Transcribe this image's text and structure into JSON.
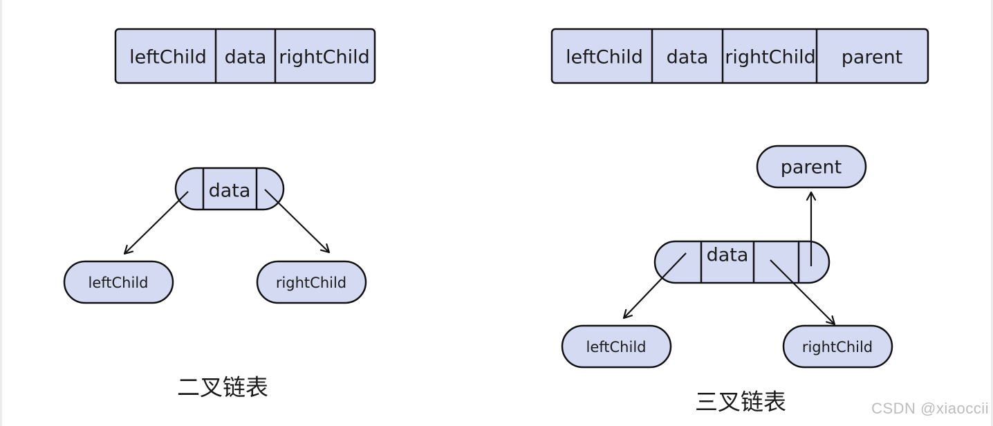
{
  "colors": {
    "fill": "#d5daf3",
    "stroke": "#111111",
    "text": "#1a1a1a"
  },
  "binary": {
    "struct": {
      "fields": [
        "leftChild",
        "data",
        "rightChild"
      ]
    },
    "node": {
      "label": "data"
    },
    "left_child": "leftChild",
    "right_child": "rightChild",
    "caption": "二叉链表"
  },
  "ternary": {
    "struct": {
      "fields": [
        "leftChild",
        "data",
        "rightChild",
        "parent"
      ]
    },
    "node": {
      "label": "data"
    },
    "parent": "parent",
    "left_child": "leftChild",
    "right_child": "rightChild",
    "caption": "三叉链表"
  },
  "watermark": "CSDN @xiaoccii"
}
